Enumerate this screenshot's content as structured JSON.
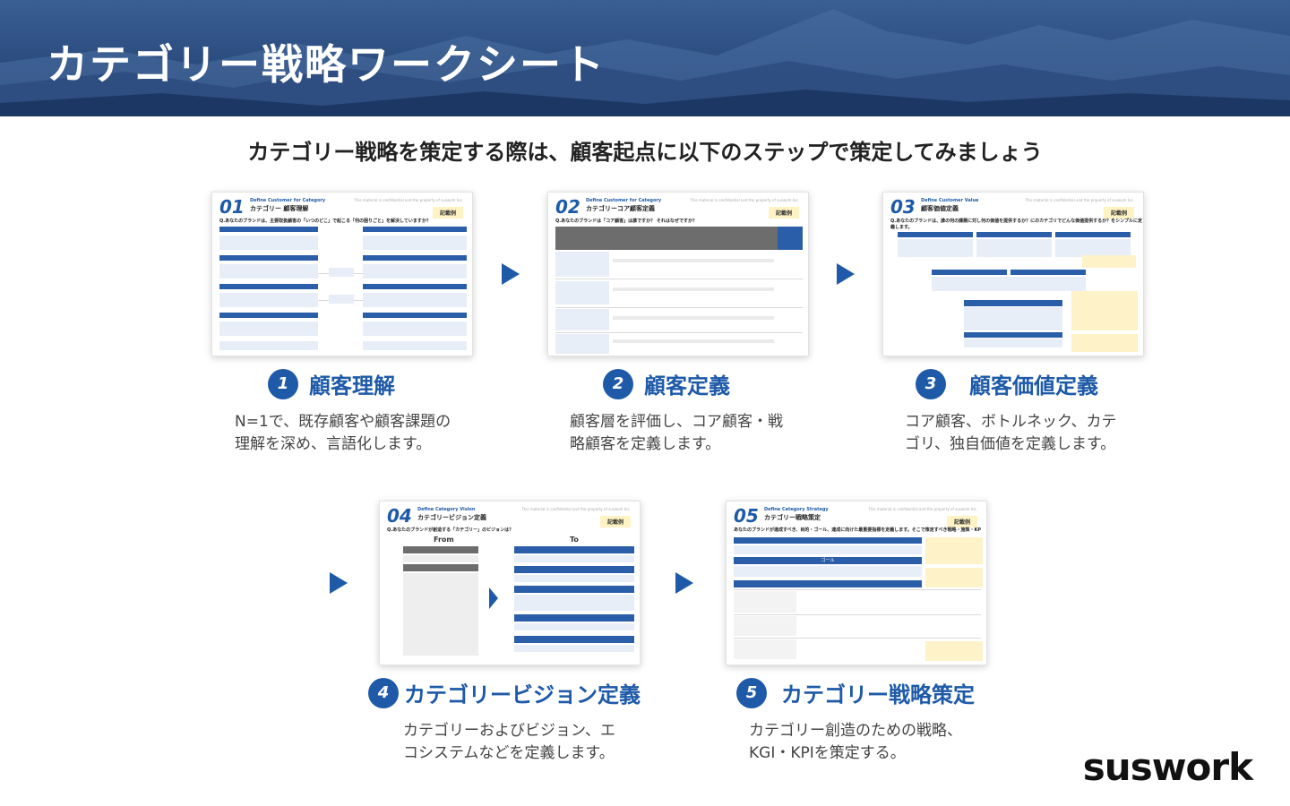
{
  "header": {
    "title": "カテゴリー戦略ワークシート"
  },
  "subtitle": "カテゴリー戦略を策定する際は、顧客起点に以下のステップで策定してみましょう",
  "steps": [
    {
      "number": "1",
      "title": "顧客理解",
      "description_line1": "N=1で、既存顧客や顧客課題の",
      "description_line2": "理解を深め、言語化します。",
      "thumb": {
        "num": "01",
        "en": "Define Customer for Category",
        "ja": "カテゴリー 顧客理解",
        "confidential": "This material is confidential and the property of suswork Inc.",
        "badge": "記載例",
        "question": "Q.あなたのブランドは、主要取扱顧客の「いつのどこ」で起こる「何の困りごと」を解決していますか？"
      }
    },
    {
      "number": "2",
      "title": "顧客定義",
      "description_line1": "顧客層を評価し、コア顧客・戦",
      "description_line2": "略顧客を定義します。",
      "thumb": {
        "num": "02",
        "en": "Define Customer for Category",
        "ja": "カテゴリーコア顧客定義",
        "confidential": "This material is confidential and the property of suswork Inc.",
        "badge": "記載例",
        "question": "Q.あなたのブランドは「コア顧客」は誰ですか？ それはなぜですか？"
      }
    },
    {
      "number": "3",
      "title": "顧客価値定義",
      "description_line1": "コア顧客、ボトルネック、カテ",
      "description_line2": "ゴリ、独自価値を定義します。",
      "thumb": {
        "num": "03",
        "en": "Define Customer Value",
        "ja": "顧客価値定義",
        "confidential": "This material is confidential and the property of suswork Inc.",
        "badge": "記載例",
        "question": "Q.あなたのブランドは、誰の何の課題に対し何の価値を提供するか？にのカテゴリでどんな価値提供するか？をシンプルに定義します。"
      }
    },
    {
      "number": "4",
      "title": "カテゴリービジョン定義",
      "description_line1": "カテゴリーおよびビジョン、エ",
      "description_line2": "コシステムなどを定義します。",
      "thumb": {
        "num": "04",
        "en": "Define Category Vision",
        "ja": "カテゴリービジョン定義",
        "confidential": "This material is confidential and the property of suswork Inc.",
        "badge": "記載例",
        "question": "Q.あなたのブランドが創造する「カテゴリー」のビジョンは？",
        "from": "From",
        "to": "To"
      }
    },
    {
      "number": "5",
      "title": "カテゴリー戦略策定",
      "description_line1": "カテゴリー創造のための戦略、",
      "description_line2": "KGI・KPIを策定する。",
      "thumb": {
        "num": "05",
        "en": "Define Category Strategy",
        "ja": "カテゴリー戦略策定",
        "confidential": "This material is confidential and the property of suswork Inc.",
        "badge": "記載例",
        "question": "あなたのブランドが達成すべき、目的・ゴール、達成に向けた最重要指標を定義します。そこで策定すべき戦略・施策・KPIを連動して定義します。",
        "goal": "ゴール"
      }
    }
  ],
  "logo": "suswork"
}
